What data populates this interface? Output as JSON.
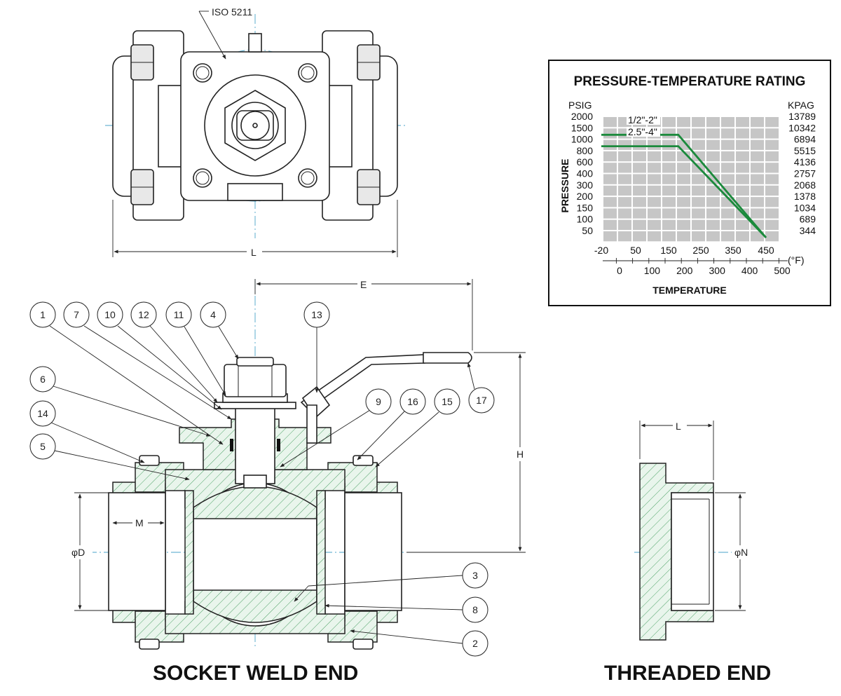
{
  "top_view": {
    "standard_label": "ISO 5211",
    "dim_length": "L"
  },
  "front_view": {
    "dim_e": "E",
    "dim_h": "H",
    "dim_m": "M",
    "dim_d": "φD",
    "part_numbers": [
      "1",
      "7",
      "10",
      "12",
      "11",
      "4",
      "13",
      "6",
      "14",
      "5",
      "9",
      "16",
      "15",
      "17",
      "3",
      "8",
      "2"
    ],
    "title": "SOCKET WELD END"
  },
  "threaded_view": {
    "dim_length": "L",
    "dim_n": "φN",
    "title": "THREADED END"
  },
  "chart_data": {
    "type": "line",
    "title": "PRESSURE-TEMPERATURE RATING",
    "ylabel": "PRESSURE",
    "xlabel": "TEMPERATURE",
    "left_axis_unit": "PSIG",
    "right_axis_unit": "KPAG",
    "y_ticks_psig": [
      "2000",
      "1500",
      "1000",
      "800",
      "600",
      "400",
      "300",
      "200",
      "150",
      "100",
      "50"
    ],
    "y_ticks_kpag": [
      "13789",
      "10342",
      "6894",
      "5515",
      "4136",
      "2757",
      "2068",
      "1378",
      "1034",
      "689",
      "344"
    ],
    "x_ticks_top_c": [
      "-20",
      "50",
      "150",
      "250",
      "350",
      "450"
    ],
    "x_ticks_bottom_f": [
      "0",
      "100",
      "200",
      "300",
      "400",
      "500"
    ],
    "x_unit_bottom": "(°F)",
    "grid": true,
    "series": [
      {
        "name": "1/2\"-2\"",
        "color": "#1b8a3c",
        "points": [
          [
            -20,
            1500
          ],
          [
            180,
            1500
          ],
          [
            450,
            50
          ]
        ]
      },
      {
        "name": "2.5\"-4\"",
        "color": "#1b8a3c",
        "points": [
          [
            -20,
            1000
          ],
          [
            180,
            1000
          ],
          [
            450,
            50
          ]
        ]
      }
    ]
  }
}
